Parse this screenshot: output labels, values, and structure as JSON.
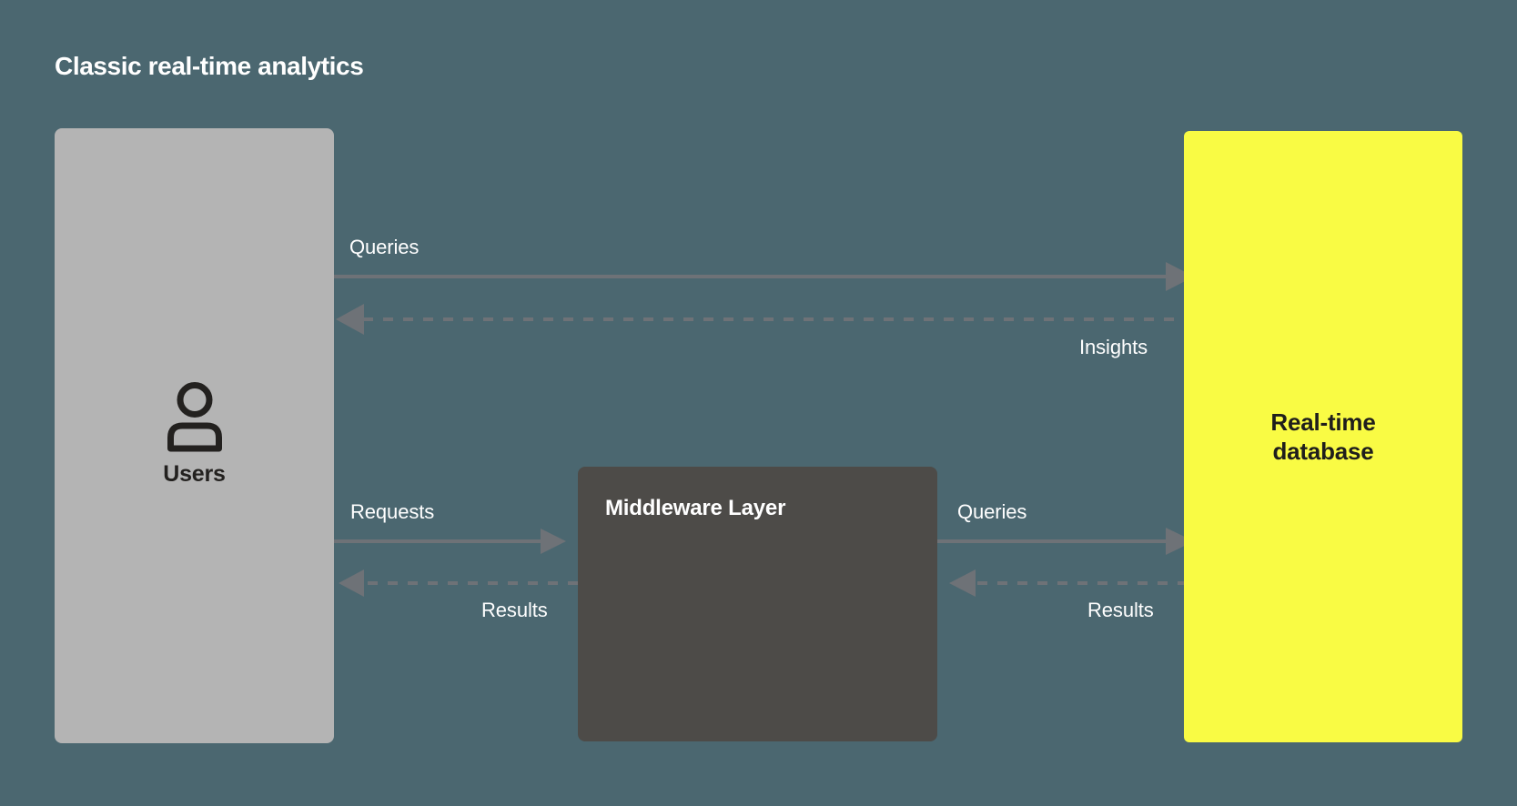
{
  "title": "Classic real-time analytics",
  "colors": {
    "background": "#4b6770",
    "users_box": "#b4b4b4",
    "middleware_box": "#4d4b48",
    "database_box": "#f9fb44",
    "connector": "#6e7277",
    "node_text_dark": "#1f1e1c",
    "node_text_light": "#ffffff"
  },
  "nodes": {
    "users": {
      "label": "Users",
      "icon": "user-icon"
    },
    "middleware": {
      "label": "Middleware Layer"
    },
    "database": {
      "label": "Real-time database",
      "line1": "Real-time",
      "line2": "database"
    }
  },
  "edges": {
    "queries_top": {
      "label": "Queries",
      "style": "solid",
      "direction": "right",
      "from": "users",
      "to": "database"
    },
    "insights": {
      "label": "Insights",
      "style": "dashed",
      "direction": "left",
      "from": "database",
      "to": "users"
    },
    "requests": {
      "label": "Requests",
      "style": "solid",
      "direction": "right",
      "from": "users",
      "to": "middleware"
    },
    "results_left": {
      "label": "Results",
      "style": "dashed",
      "direction": "left",
      "from": "middleware",
      "to": "users"
    },
    "queries_bottom": {
      "label": "Queries",
      "style": "solid",
      "direction": "right",
      "from": "middleware",
      "to": "database"
    },
    "results_right": {
      "label": "Results",
      "style": "dashed",
      "direction": "left",
      "from": "database",
      "to": "middleware"
    }
  }
}
